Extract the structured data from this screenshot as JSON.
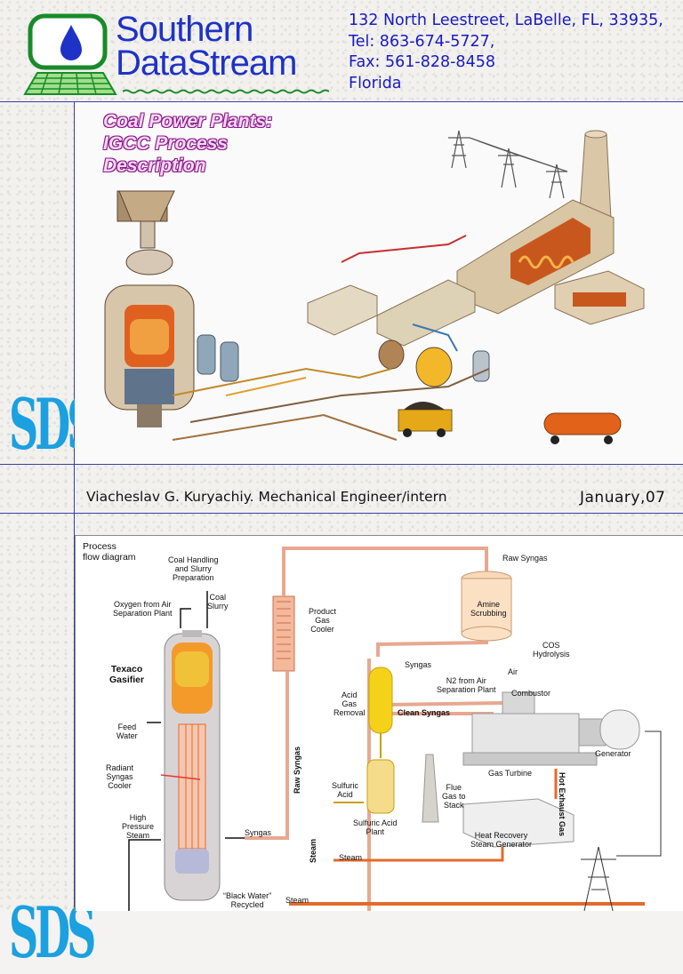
{
  "header": {
    "logo_line1": "Southern",
    "logo_line2": "DataStream",
    "address": [
      "132 North Leestreet, LaBelle, FL, 33935,",
      "Tel: 863-674-5727,",
      "Fax: 561-828-8458",
      "Florida"
    ]
  },
  "side_logo": "SDS",
  "illustration": {
    "title_lines": [
      "Coal Power Plants:",
      "IGCC Process",
      "Description"
    ]
  },
  "byline": {
    "author": "Viacheslav G. Kuryachiy. Mechanical Engineer/intern",
    "date": "January,07"
  },
  "flow_diagram": {
    "heading": [
      "Process",
      "flow diagram"
    ],
    "coal_handling": [
      "Coal Handling",
      "and Slurry",
      "Preparation"
    ],
    "coal_slurry": [
      "Coal",
      "Slurry"
    ],
    "oxygen": [
      "Oxygen from Air",
      "Separation Plant"
    ],
    "gasifier": [
      "Texaco",
      "Gasifier"
    ],
    "feed_water": [
      "Feed",
      "Water"
    ],
    "radiant": [
      "Radiant",
      "Syngas",
      "Cooler"
    ],
    "hp_steam": [
      "High",
      "Pressure",
      "Steam"
    ],
    "syngas_out": "Syngas",
    "black_water": [
      "“Black Water”",
      "Recycled"
    ],
    "product_gas": [
      "Product",
      "Gas",
      "Cooler"
    ],
    "raw_syngas_vert": "Raw Syngas",
    "steam_vert": "Steam",
    "raw_syngas": "Raw Syngas",
    "amine": [
      "Amine",
      "Scrubbing"
    ],
    "cos": [
      "COS",
      "Hydrolysis"
    ],
    "syngas2": "Syngas",
    "air": "Air",
    "n2": [
      "N2 from Air",
      "Separation Plant"
    ],
    "combustor": "Combustor",
    "acid_gas": [
      "Acid",
      "Gas",
      "Removal"
    ],
    "clean_syngas": "Clean Syngas",
    "generator": "Generator",
    "gas_turbine": "Gas Turbine",
    "hot_exhaust": "Hot Exhaust Gas",
    "sulfuric_acid": [
      "Sulfuric",
      "Acid"
    ],
    "sulfuric_plant": [
      "Sulfuric Acid",
      "Plant"
    ],
    "flue_gas": [
      "Flue",
      "Gas to",
      "Stack"
    ],
    "hrsg": [
      "Heat Recovery",
      "Steam Generator"
    ],
    "steam_label1": "Steam",
    "steam_label2": "Steam"
  },
  "colors": {
    "logo_blue": "#1e32c8",
    "logo_green": "#1a8a2a",
    "divider": "#3a3fa8",
    "title_magenta": "#8a1a8a",
    "sds_blue": "#1ba0e0"
  }
}
